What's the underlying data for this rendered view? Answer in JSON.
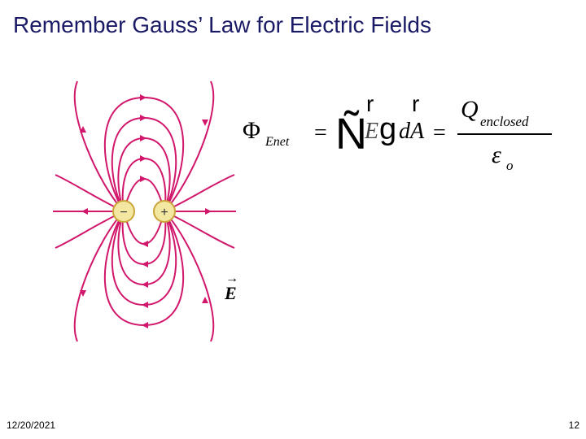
{
  "slide": {
    "title": "Remember Gauss’ Law for Electric Fields",
    "field_label": "E",
    "date": "12/20/2021",
    "page_number": "12",
    "accent_color": "#d1166b"
  },
  "diagram": {
    "negative_charge_symbol": "−",
    "positive_charge_symbol": "+"
  },
  "equation": {
    "phi": "Φ",
    "phi_subscript": "Enet",
    "equals_1": "=",
    "glyph_loop": "Ñ",
    "vec_marker_1": "r",
    "vec_marker_2": "r",
    "e_var": "E",
    "dot_glyph": "g",
    "da": "dA",
    "equals_2": "=",
    "numerator": "Q",
    "numerator_subscript": "enclosed",
    "denominator": "ε",
    "denominator_subscript": "o"
  }
}
